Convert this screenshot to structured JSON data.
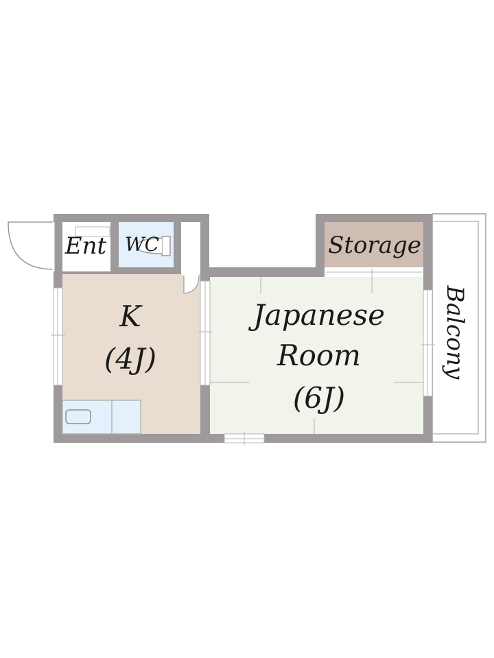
{
  "rooms": {
    "entrance": {
      "label": "Ent"
    },
    "toilet": {
      "label": "WC"
    },
    "storage": {
      "label": "Storage"
    },
    "kitchen": {
      "label": "K",
      "size": "(4J)"
    },
    "japanese_room": {
      "label_line1": "Japanese",
      "label_line2": "Room",
      "size": "(6J)"
    },
    "balcony": {
      "label": "Balcony"
    }
  },
  "colors": {
    "wall": "#9e9a9b",
    "kitchen_floor": "#e8ddd0",
    "japanese_room_floor": "#f0f4ea",
    "storage_floor": "#cfbdb3",
    "wc_floor": "#e4f0fb",
    "sink_fill": "#e4f0fb",
    "line": "#b4b4b4"
  }
}
